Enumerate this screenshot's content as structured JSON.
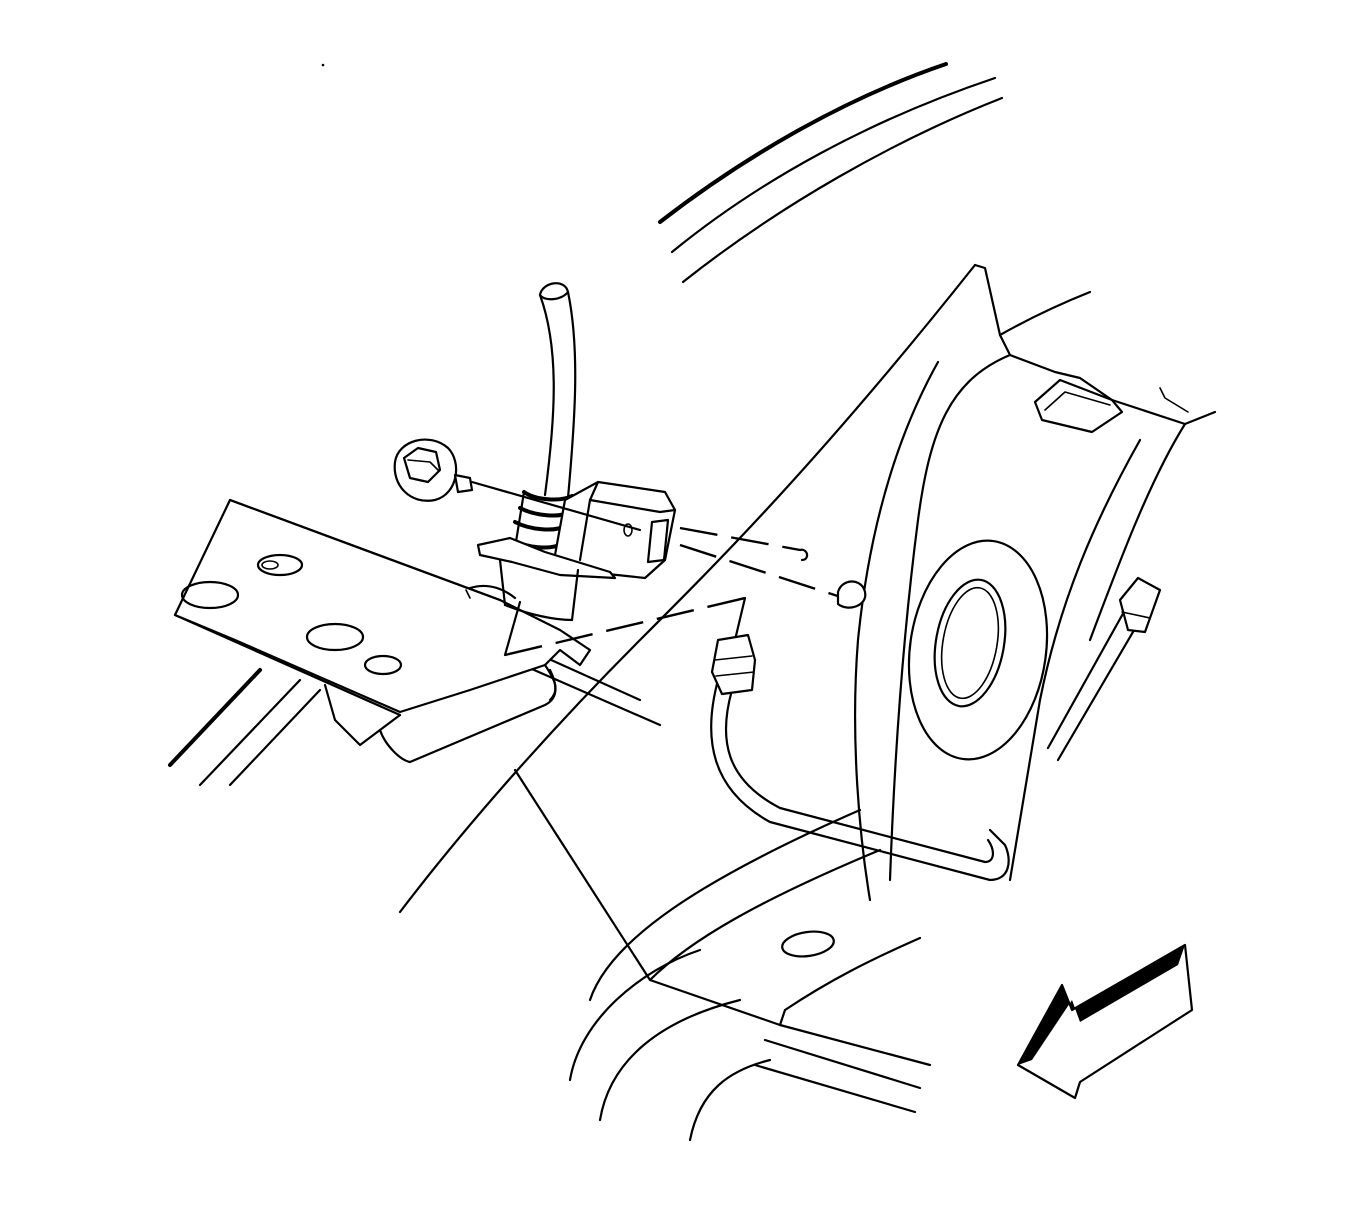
{
  "diagram": {
    "type": "exploded-assembly-line-drawing",
    "line_color": "#000000",
    "background_color": "#ffffff",
    "components": [
      "frame-rail",
      "mounting-bracket",
      "fastener-bolt",
      "sensor-module",
      "vent-hose",
      "brake-line",
      "body-panel",
      "direction-arrow"
    ]
  }
}
